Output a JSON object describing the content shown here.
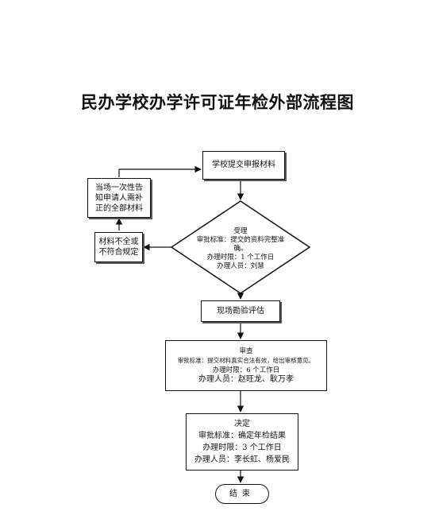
{
  "title": "民办学校办学许可证年检外部流程图",
  "nodes": {
    "submit": {
      "label": "学校提交申报材料"
    },
    "notify": {
      "lines": [
        "当场一次性告",
        "知申请人需补",
        "正的全部材料"
      ]
    },
    "incomplete": {
      "lines": [
        "材料不全或",
        "不符合规定"
      ]
    },
    "accept": {
      "title": "受理",
      "lines": [
        "审批标准：提交的资料完整准",
        "确。",
        "办理时限：1 个工作日",
        "办理人员：刘慧"
      ]
    },
    "inspect": {
      "label": "现场勘验评估"
    },
    "review": {
      "title": "审查",
      "lines": [
        "审批标准：提交材料真实合法有效，给出审核意见。",
        "办理时限：6 个工作日",
        "办理人员：赵旺龙、耿万孝"
      ]
    },
    "decide": {
      "title": "决定",
      "lines": [
        "审批标准：确定年检结果",
        "办理时限：3 个工作日",
        "办理人员：李长虹、杨爱民"
      ]
    },
    "end": {
      "label": "结束"
    }
  }
}
